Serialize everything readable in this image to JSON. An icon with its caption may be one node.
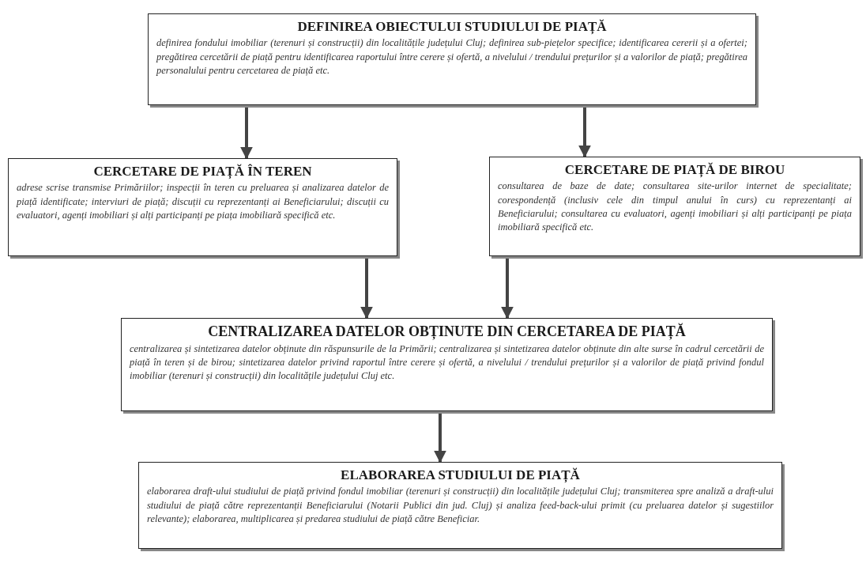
{
  "diagram": {
    "nodes": [
      {
        "text": [
          "DEFINIREA OBIECTULUI STUDIULUI DE PIAȚĂ",
          "definirea fondului imobiliar (terenuri și construcții) din localitățile județului Cluj; definirea sub-piețelor specifice; identificarea cererii și a ofertei; pregătirea cercetării de piață pentru identificarea raportului între cerere și ofertă, a nivelului / trendului prețurilor și a valorilor de piață; pregătirea personalului pentru cercetarea de piață etc."
        ]
      },
      {
        "text": [
          "CERCETARE DE PIAȚĂ ÎN TEREN",
          "adrese scrise transmise Primăriilor; inspecții în teren cu preluarea și analizarea datelor de piață identificate; interviuri de piață; discuții cu reprezentanți ai Beneficiarului; discuții cu evaluatori, agenți imobiliari și alți participanți pe piața imobiliară specifică etc."
        ]
      },
      {
        "text": [
          "CERCETARE DE PIAȚĂ DE BIROU",
          "consultarea de baze de date; consultarea site-urilor internet de specialitate; corespondență (inclusiv cele din timpul anului în curs) cu reprezentanți ai Beneficiarului; consultarea cu evaluatori, agenți imobiliari și alți participanți pe piața imobiliară specifică etc."
        ]
      },
      {
        "text": [
          "CENTRALIZAREA DATELOR OBȚINUTE DIN CERCETAREA DE PIAȚĂ",
          "centralizarea și sintetizarea datelor obținute din răspunsurile de la Primării; centralizarea și sintetizarea datelor obținute din alte surse în cadrul cercetării de piață în teren și de birou; sintetizarea datelor privind raportul între cerere și ofertă, a nivelului / trendului prețurilor și a valorilor de piață privind fondul imobiliar (terenuri și construcții) din localitățile județului Cluj etc."
        ]
      },
      {
        "text": [
          "ELABORAREA STUDIULUI DE PIAȚĂ",
          "elaborarea draft-ului studiului de piață privind fondul imobiliar (terenuri și construcții) din localitățile județului Cluj; transmiterea spre analiză a draft-ului studiului de piață către reprezentanții Beneficiarului (Notarii Publici din jud. Cluj) și analiza feed-back-ului primit (cu preluarea datelor și sugestiilor relevante); elaborarea, multiplicarea și predarea studiului de piață către Beneficiar."
        ]
      }
    ],
    "edges": [
      {
        "from": 0,
        "to": 1,
        "arrow": "to"
      },
      {
        "from": 0,
        "to": 2,
        "arrow": "to"
      },
      {
        "from": 1,
        "to": 3,
        "arrow": "to"
      },
      {
        "from": 2,
        "to": 3,
        "arrow": "to"
      },
      {
        "from": 3,
        "to": 4,
        "arrow": "to"
      }
    ]
  }
}
